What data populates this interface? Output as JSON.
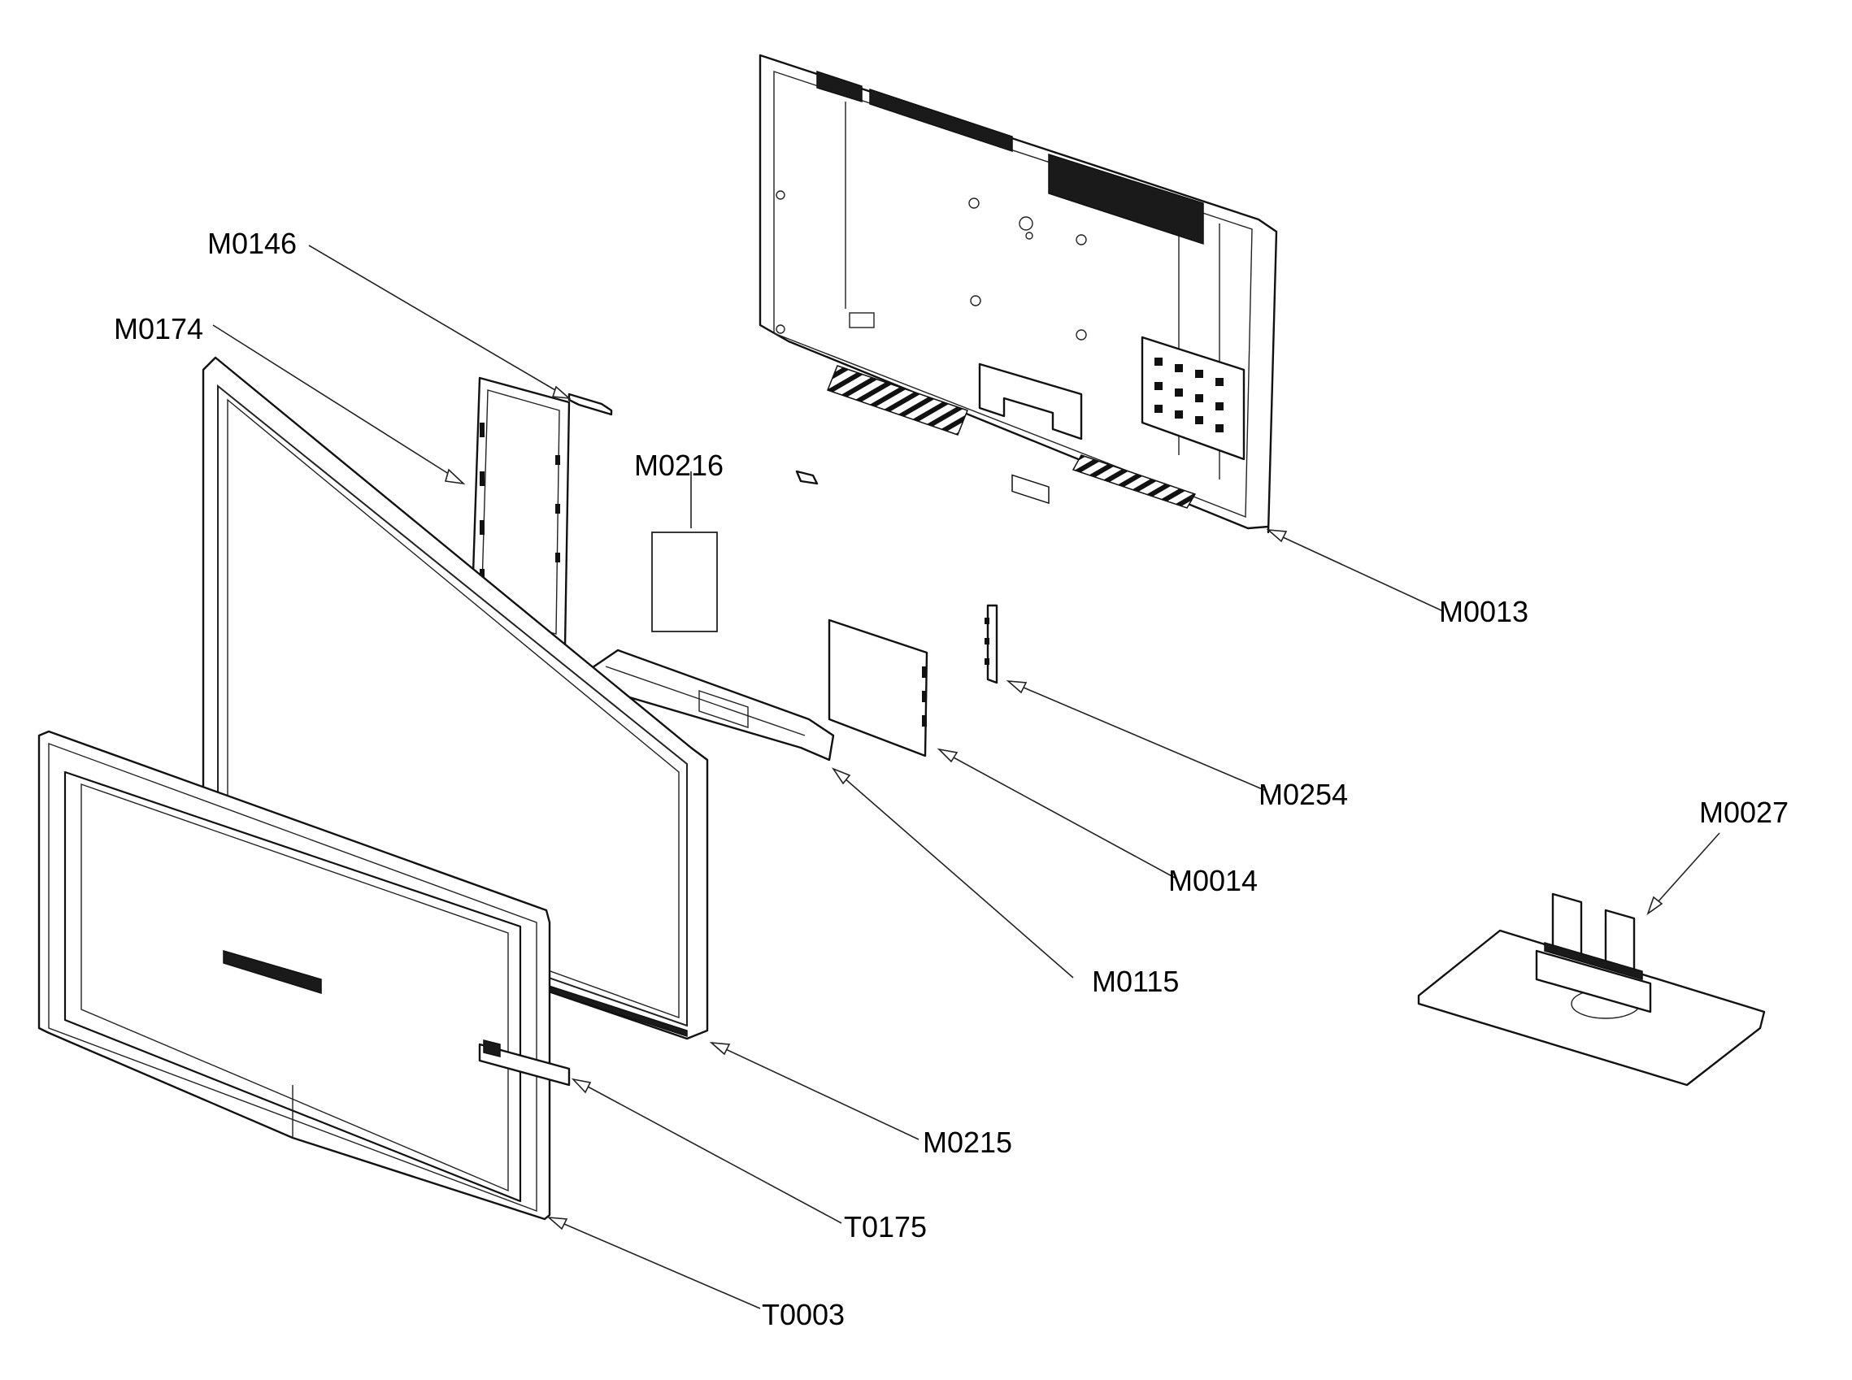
{
  "diagram": {
    "callouts": [
      {
        "id": "m0146",
        "label": "M0146"
      },
      {
        "id": "m0174",
        "label": "M0174"
      },
      {
        "id": "m0216",
        "label": "M0216"
      },
      {
        "id": "m0013",
        "label": "M0013"
      },
      {
        "id": "m0254",
        "label": "M0254"
      },
      {
        "id": "m0014",
        "label": "M0014"
      },
      {
        "id": "m0027",
        "label": "M0027"
      },
      {
        "id": "m0115",
        "label": "M0115"
      },
      {
        "id": "m0215",
        "label": "M0215"
      },
      {
        "id": "t0175",
        "label": "T0175"
      },
      {
        "id": "t0003",
        "label": "T0003"
      }
    ]
  }
}
